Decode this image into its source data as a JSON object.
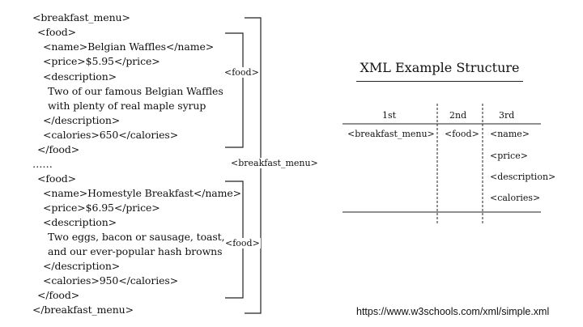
{
  "code": {
    "lines": [
      "<breakfast_menu>",
      "<food>",
      "<name>Belgian Waffles</name>",
      "<price>$5.95</price>",
      "<description>",
      "Two of our famous Belgian Waffles",
      "with plenty of real maple syrup",
      "</description>",
      "<calories>650</calories>",
      "</food>",
      "……",
      "<food>",
      "<name>Homestyle Breakfast</name>",
      "<price>$6.95</price>",
      "<description>",
      "Two eggs, bacon or sausage, toast,",
      "and our ever-popular hash browns",
      "</description>",
      "<calories>950</calories>",
      "</food>",
      "</breakfast_menu>"
    ]
  },
  "braces": {
    "food_top_label": "<food>",
    "menu_label": "<breakfast_menu>",
    "food_bottom_label": "<food>"
  },
  "structure": {
    "title": "XML Example Structure",
    "headers": [
      "1st",
      "2nd",
      "3rd"
    ],
    "col1": [
      "<breakfast_menu>"
    ],
    "col2": [
      "<food>"
    ],
    "col3": [
      "<name>",
      "<price>",
      "<description>",
      "<calories>"
    ]
  },
  "source_url": "https://www.w3schools.com/xml/simple.xml"
}
